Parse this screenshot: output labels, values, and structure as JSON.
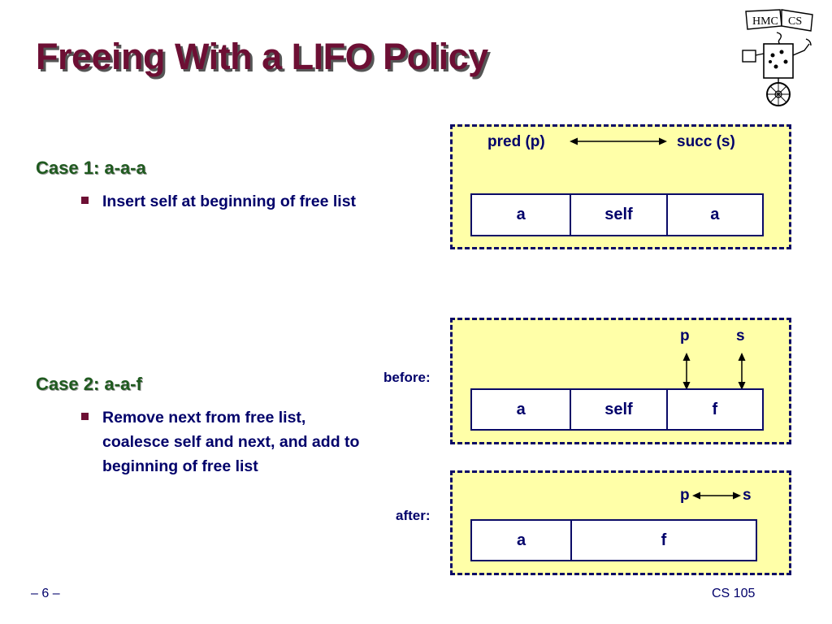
{
  "slide": {
    "title": "Freeing With a LIFO Policy",
    "case1": {
      "heading": "Case 1: a-a-a",
      "bullet": "Insert self at beginning of free list"
    },
    "case2": {
      "heading": "Case 2: a-a-f",
      "bullet": "Remove next from free list, coalesce self and next, and add to beginning of free list"
    },
    "footer": {
      "page": "– 6 –",
      "course": "CS 105"
    }
  },
  "logo": {
    "label_hmc": "HMC",
    "label_cs": "CS"
  },
  "diagram1": {
    "pred_label": "pred (p)",
    "succ_label": "succ (s)",
    "blocks": [
      "a",
      "self",
      "a"
    ]
  },
  "diagram2": {
    "side_label": "before:",
    "p_label": "p",
    "s_label": "s",
    "blocks": [
      "a",
      "self",
      "f"
    ]
  },
  "diagram3": {
    "side_label": "after:",
    "p_label": "p",
    "s_label": "s",
    "blocks": [
      "a",
      "f"
    ]
  },
  "colors": {
    "title": "#6d0f34",
    "heading": "#1f5a1f",
    "text": "#00006a",
    "panel_fill": "#ffffa8",
    "panel_border": "#0a0a66"
  }
}
